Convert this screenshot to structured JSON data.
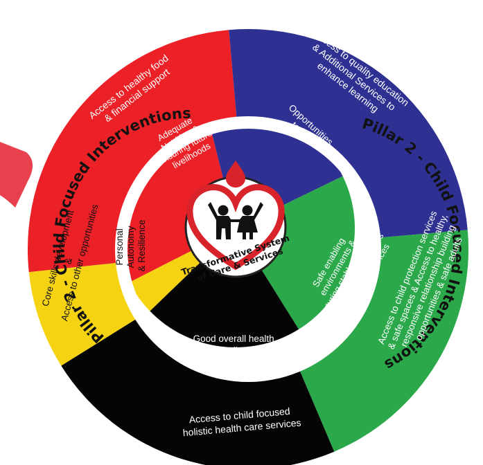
{
  "diagram": {
    "pillar_labels": [
      "Pillar 2 - Child Focused Interventions",
      "Pillar 2 - Child Focused Interventions"
    ],
    "outer_segments": [
      {
        "key": "red",
        "color": "#ec2027",
        "lines": [
          "Access to healthy food",
          "& financial support"
        ]
      },
      {
        "key": "blue",
        "color": "#2e3192",
        "lines": [
          "Access to quality education",
          "& Additional Services to",
          "enhance learning"
        ]
      },
      {
        "key": "green",
        "color": "#2aa84a",
        "lines": [
          "Access to child protection services",
          "& safe spaces & Access to healthy,",
          "responsive relationship building",
          "opportunities & safe adults"
        ]
      },
      {
        "key": "black",
        "color": "#050505",
        "lines": [
          "Access to child focused",
          "holistic health care services"
        ]
      },
      {
        "key": "yellow",
        "color": "#f5d312",
        "lines": [
          "Core skills development",
          "&",
          "Access to other opportunities"
        ]
      }
    ],
    "inner_segments": [
      {
        "key": "red",
        "color": "#ec2027",
        "lines": [
          "Adequate",
          "Nutrition &",
          "ensuring future",
          "livelihoods"
        ]
      },
      {
        "key": "blue",
        "color": "#2e3192",
        "lines": [
          "Opportunities",
          "to learn"
        ]
      },
      {
        "key": "green",
        "color": "#2aa84a",
        "lines": [
          "Safe enabling",
          "environments &",
          "nurturing stable families &",
          "environments and access",
          "to supportive services"
        ]
      },
      {
        "key": "black",
        "color": "#050505",
        "lines": [
          "Good overall health",
          "& wellness"
        ]
      },
      {
        "key": "yellow",
        "color": "#f5d312",
        "lines": [
          "Personal",
          "Autonomy",
          "& Resilience"
        ]
      }
    ],
    "logo": {
      "lines": [
        "Transformative System",
        "of Care & Services"
      ],
      "heart_color": "#d8232a"
    },
    "pointer_color": "#e8404c"
  }
}
